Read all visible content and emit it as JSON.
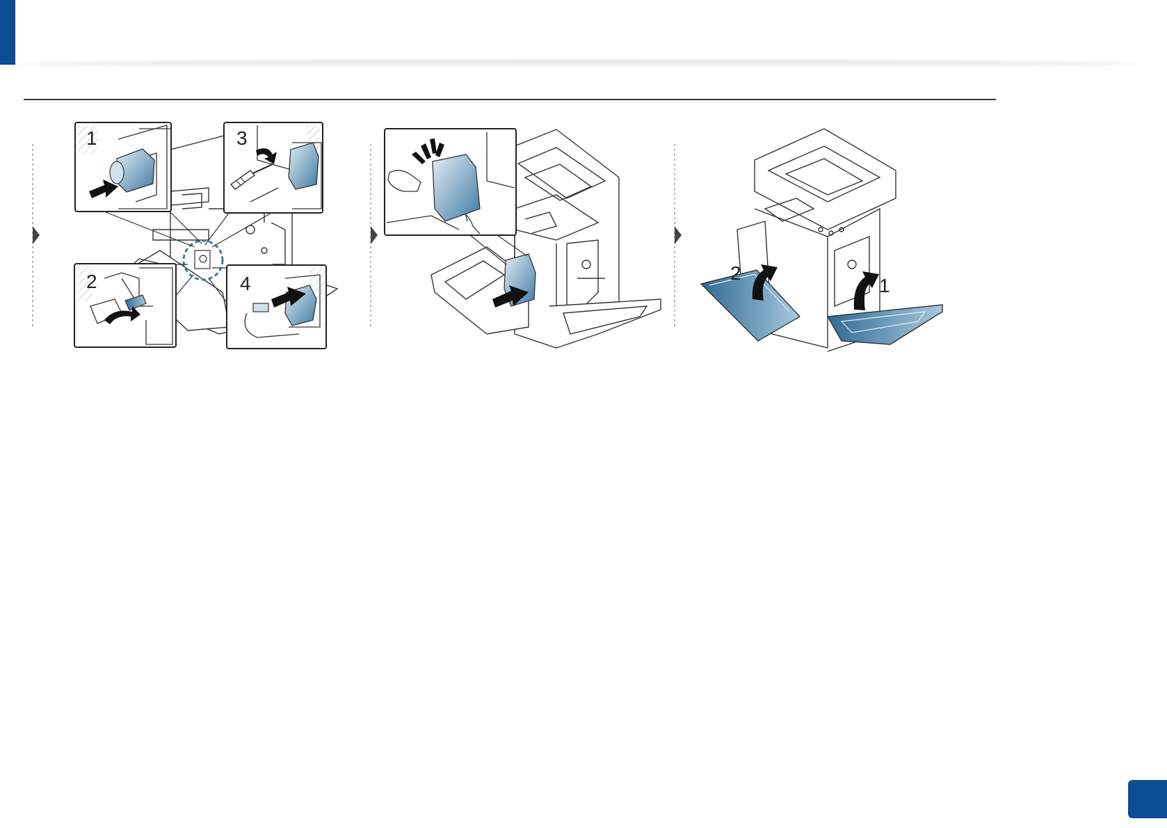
{
  "colors": {
    "brand_blue": "#0b4e96",
    "part_blue_dark": "#3f7aa3",
    "part_blue_light": "#cfe2ee",
    "line": "#333333",
    "divider": "#9a9a9a"
  },
  "icons": [
    "step-arrow-icon",
    "push-arrow-icon",
    "rotate-arrow-icon",
    "screwdriver-icon",
    "click-burst-icon",
    "close-arrow-icon"
  ],
  "steps": {
    "connector": {
      "callouts": [
        {
          "number": "1"
        },
        {
          "number": "3"
        },
        {
          "number": "2"
        },
        {
          "number": "4"
        }
      ]
    },
    "insert": {},
    "close_doors": {
      "labels": [
        {
          "number": "2"
        },
        {
          "number": "1"
        }
      ]
    }
  }
}
